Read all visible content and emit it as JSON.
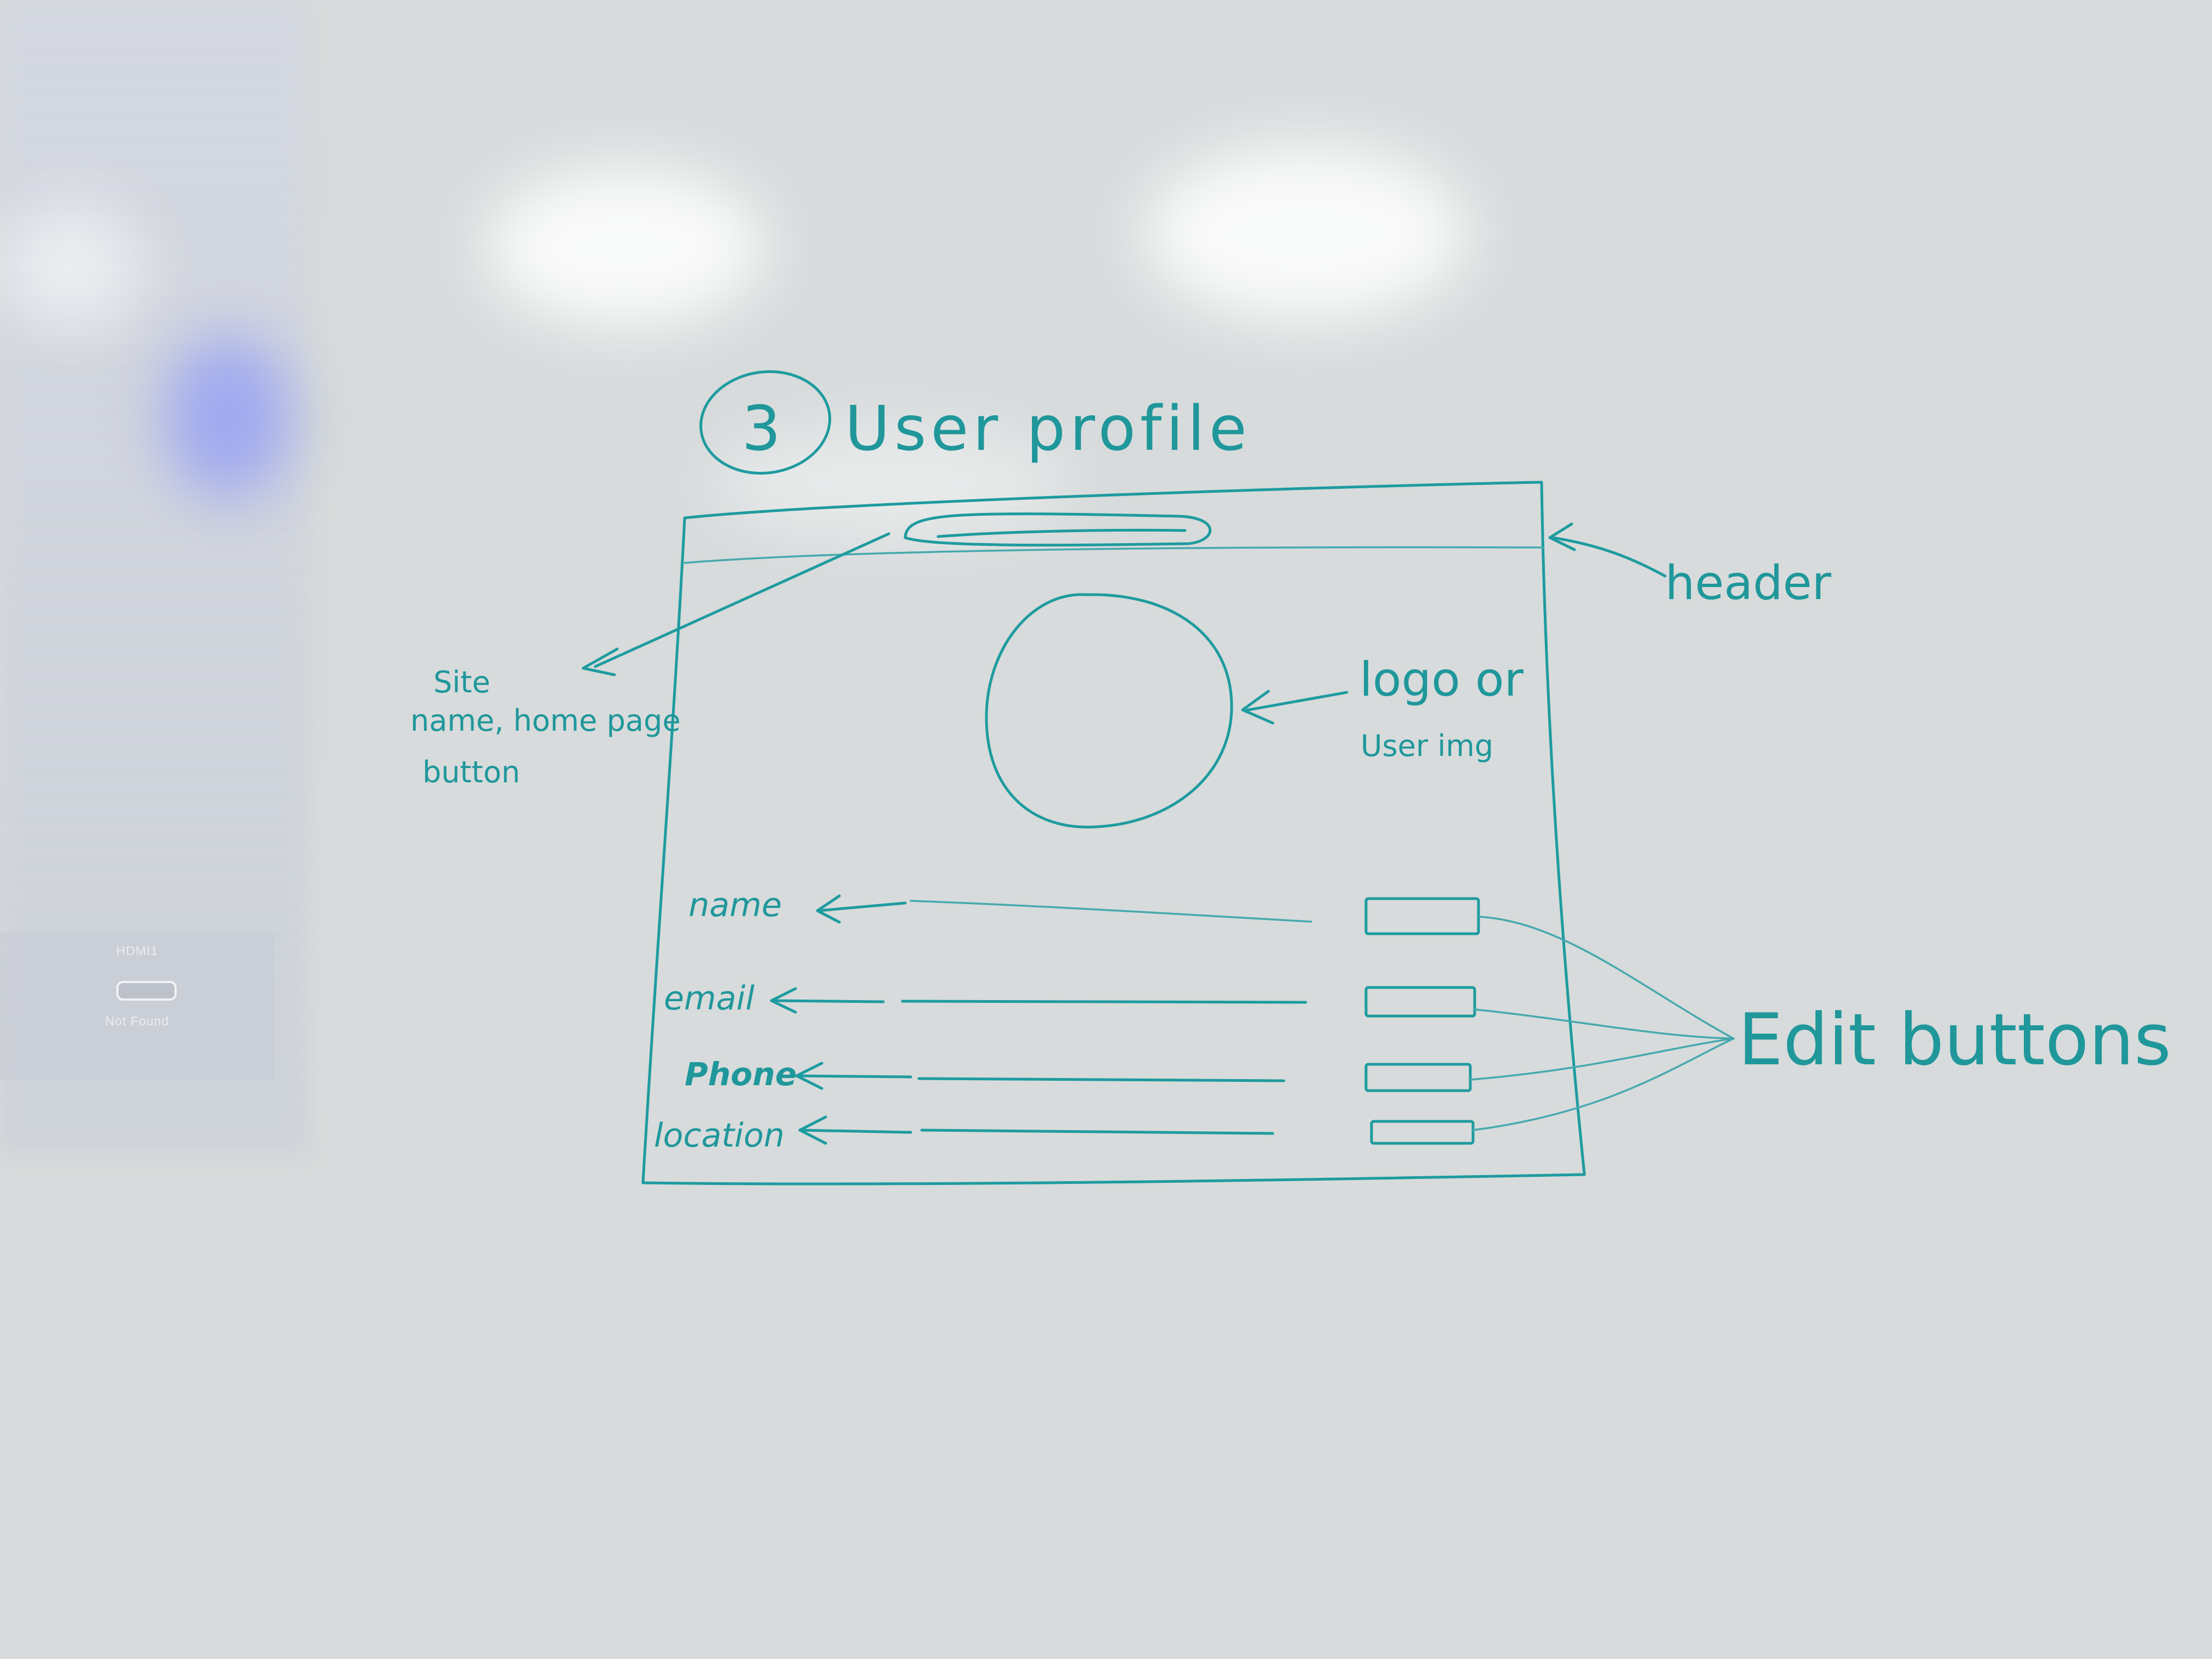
{
  "projector": {
    "input_label": "HDMI1",
    "status": "Not Found"
  },
  "sketch": {
    "heading": {
      "number": "3",
      "title": "User profile"
    },
    "callouts": {
      "header": "header",
      "site_name_line1": "Site",
      "site_name_line2": "name, home page",
      "site_name_line3": "button",
      "logo_line1": "logo or",
      "logo_line2": "User img",
      "edit_buttons": "Edit buttons"
    },
    "fields": [
      {
        "label": "name"
      },
      {
        "label": "email"
      },
      {
        "label": "Phone"
      },
      {
        "label": "location"
      }
    ]
  },
  "colors": {
    "board": "#d7dbdb",
    "marker": "#1f979b",
    "projection_blue": "#7484ff"
  }
}
